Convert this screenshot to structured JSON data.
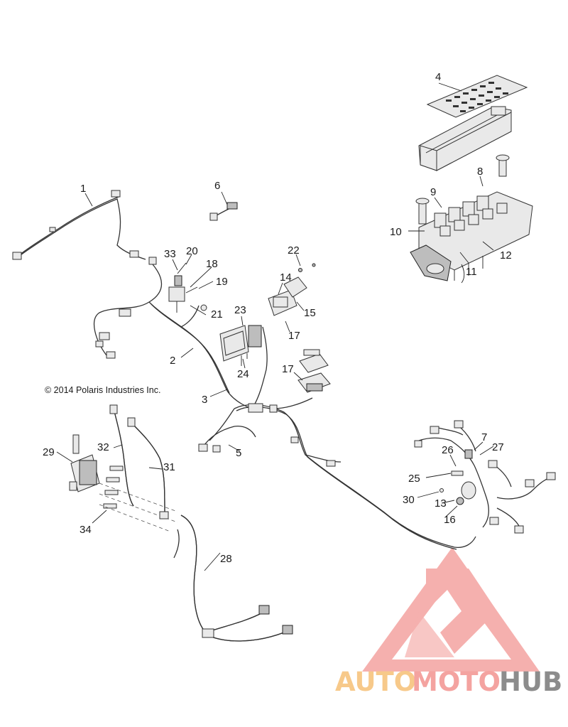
{
  "copyright": "© 2014 Polaris Industries Inc.",
  "watermark": {
    "part1": "AUTO",
    "part2": "MOTO",
    "part3": "HUB",
    "color_primary": "#f4a3a0",
    "color_secondary": "#f7c98a",
    "color_dark": "#8c8c8c",
    "logo_name": "automotohub-triangle-logo"
  },
  "callouts": [
    {
      "id": "c1",
      "label": "1"
    },
    {
      "id": "c2",
      "label": "2"
    },
    {
      "id": "c3",
      "label": "3"
    },
    {
      "id": "c4",
      "label": "4"
    },
    {
      "id": "c5",
      "label": "5"
    },
    {
      "id": "c6",
      "label": "6"
    },
    {
      "id": "c7",
      "label": "7"
    },
    {
      "id": "c8",
      "label": "8"
    },
    {
      "id": "c9",
      "label": "9"
    },
    {
      "id": "c10",
      "label": "10"
    },
    {
      "id": "c11",
      "label": "11"
    },
    {
      "id": "c12",
      "label": "12"
    },
    {
      "id": "c13",
      "label": "13"
    },
    {
      "id": "c14",
      "label": "14"
    },
    {
      "id": "c15",
      "label": "15"
    },
    {
      "id": "c16",
      "label": "16"
    },
    {
      "id": "c17a",
      "label": "17"
    },
    {
      "id": "c17b",
      "label": "17"
    },
    {
      "id": "c18",
      "label": "18"
    },
    {
      "id": "c19",
      "label": "19"
    },
    {
      "id": "c20",
      "label": "20"
    },
    {
      "id": "c21",
      "label": "21"
    },
    {
      "id": "c22",
      "label": "22"
    },
    {
      "id": "c23",
      "label": "23"
    },
    {
      "id": "c24",
      "label": "24"
    },
    {
      "id": "c25",
      "label": "25"
    },
    {
      "id": "c26",
      "label": "26"
    },
    {
      "id": "c27",
      "label": "27"
    },
    {
      "id": "c28",
      "label": "28"
    },
    {
      "id": "c29",
      "label": "29"
    },
    {
      "id": "c30",
      "label": "30"
    },
    {
      "id": "c31",
      "label": "31"
    },
    {
      "id": "c32",
      "label": "32"
    },
    {
      "id": "c33",
      "label": "33"
    },
    {
      "id": "c34",
      "label": "34"
    }
  ]
}
